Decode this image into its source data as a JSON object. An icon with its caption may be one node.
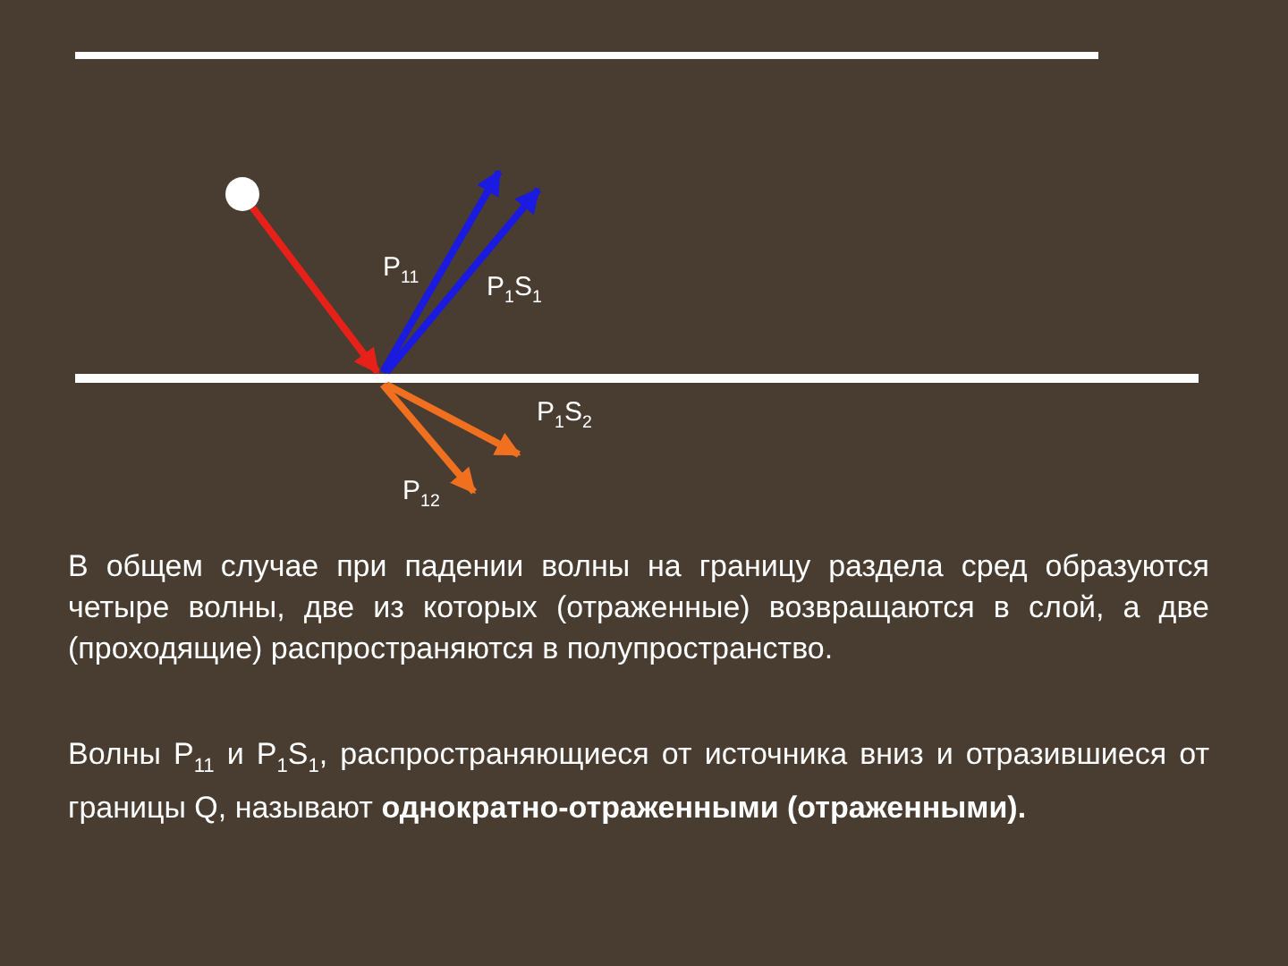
{
  "diagram": {
    "nodes": [
      {
        "text": [],
        "shape": "circle"
      },
      {
        "text": [],
        "shape": "bar"
      }
    ],
    "edges": [
      {
        "from": 0,
        "to": 1,
        "arrow": "to",
        "color": "#e8201a"
      },
      {
        "from": 1,
        "to": null,
        "arrow": "to",
        "color": "#1a1ae0"
      },
      {
        "from": 1,
        "to": null,
        "arrow": "to",
        "color": "#1a1ae0"
      },
      {
        "from": 1,
        "to": null,
        "arrow": "to",
        "color": "#f07020"
      },
      {
        "from": 1,
        "to": null,
        "arrow": "to",
        "color": "#f07020"
      }
    ],
    "labels": [
      "P$_{11}$",
      "P$_{1}$S$_{1}$",
      "P$_{1}$S$_{2}$",
      "P$_{12}$",
      "В общем случае при падении волны на границу раздела сред образуются четыре волны, две из которых (отраженные) возвращаются в слой, а две (проходящие) распространяются в полупространство.",
      "Волны P$_{11}$ и P$_{1}$S$_{1}$, распространяющиеся от источника вниз и отразившиеся от границы Q, называют **однократно-отраженными (отраженными).**"
    ]
  }
}
